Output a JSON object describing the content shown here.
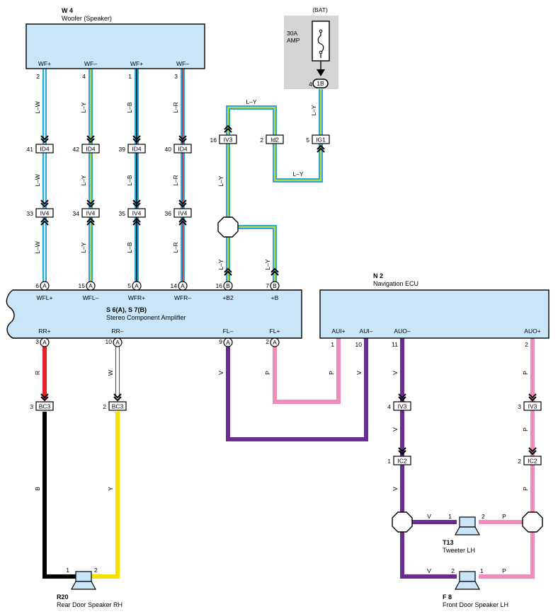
{
  "colors": {
    "box_fill": "#c8e6f8",
    "bat_fill": "#d4d4d4",
    "L": "#29a9e1",
    "Y": "#f5e000",
    "W": "#ffffff",
    "B": "#000000",
    "R": "#e8202a",
    "V": "#6b2c91",
    "P": "#f08cbc"
  },
  "woofer": {
    "code": "W 4",
    "name": "Woofer (Speaker)",
    "pins": [
      {
        "label": "WF+",
        "num": "2",
        "wire": "L–W"
      },
      {
        "label": "WF–",
        "num": "4",
        "wire": "L–Y"
      },
      {
        "label": "WF+",
        "num": "1",
        "wire": "L–B"
      },
      {
        "label": "WF–",
        "num": "3",
        "wire": "L–R"
      }
    ]
  },
  "bat": {
    "label": "(BAT)",
    "fuse": "30A",
    "fuse_name": "AMP",
    "pin": "4",
    "connector": "1B"
  },
  "id4": [
    {
      "pin": "41",
      "conn": "ID4"
    },
    {
      "pin": "42",
      "conn": "ID4"
    },
    {
      "pin": "39",
      "conn": "ID4"
    },
    {
      "pin": "40",
      "conn": "ID4"
    }
  ],
  "iv4": [
    {
      "pin": "33",
      "conn": "IV4"
    },
    {
      "pin": "34",
      "conn": "IV4"
    },
    {
      "pin": "35",
      "conn": "IV4"
    },
    {
      "pin": "36",
      "conn": "IV4"
    }
  ],
  "power_connectors": [
    {
      "pin": "16",
      "conn": "IV3"
    },
    {
      "pin": "2",
      "conn": "Id2"
    },
    {
      "pin": "5",
      "conn": "IG1"
    }
  ],
  "power_wire_labels": [
    "L–Y",
    "L–Y",
    "L–Y",
    "L–Y",
    "L–Y",
    "L–Y"
  ],
  "amp": {
    "code": "S 6(A), S 7(B)",
    "name": "Stereo Component Amplifier",
    "top_pins": [
      {
        "num": "6",
        "mark": "A",
        "label": "WFL+"
      },
      {
        "num": "15",
        "mark": "A",
        "label": "WFL–"
      },
      {
        "num": "5",
        "mark": "A",
        "label": "WFR+"
      },
      {
        "num": "14",
        "mark": "A",
        "label": "WFR–"
      },
      {
        "num": "16",
        "mark": "B",
        "label": "+B2"
      },
      {
        "num": "7",
        "mark": "B",
        "label": "+B"
      }
    ],
    "bottom_pins": [
      {
        "num": "3",
        "mark": "A",
        "label": "RR+",
        "wire": "R"
      },
      {
        "num": "10",
        "mark": "A",
        "label": "RR–",
        "wire": "W"
      },
      {
        "num": "9",
        "mark": "A",
        "label": "FL–",
        "wire": "V"
      },
      {
        "num": "2",
        "mark": "A",
        "label": "FL+",
        "wire": "P"
      }
    ]
  },
  "nav": {
    "code": "N 2",
    "name": "Navigation ECU",
    "pins": [
      {
        "label": "AUI+",
        "num": "1",
        "wire": "P"
      },
      {
        "label": "AUI–",
        "num": "10",
        "wire": "V"
      },
      {
        "label": "AUO–",
        "num": "11",
        "wire": "V"
      },
      {
        "label": "AUO+",
        "num": "2",
        "wire": "P"
      }
    ]
  },
  "bc3": [
    {
      "pin": "3",
      "conn": "BC3",
      "wire": "B"
    },
    {
      "pin": "2",
      "conn": "BC3",
      "wire": "Y"
    }
  ],
  "iv3": [
    {
      "pin": "4",
      "conn": "IV3",
      "wire": "V"
    },
    {
      "pin": "3",
      "conn": "IV3",
      "wire": "P"
    }
  ],
  "ic2": [
    {
      "pin": "1",
      "conn": "IC2",
      "wire": "V"
    },
    {
      "pin": "2",
      "conn": "IC2",
      "wire": "P"
    }
  ],
  "tweeter": {
    "code": "T13",
    "name": "Tweeter LH",
    "pin1": "1",
    "pin2": "2",
    "wire_left": "V",
    "wire_right": "P"
  },
  "front_speaker": {
    "code": "F 8",
    "name": "Front Door Speaker LH",
    "pin1": "2",
    "pin2": "1",
    "wire_left": "V",
    "wire_right": "P"
  },
  "rear_speaker": {
    "code": "R20",
    "name": "Rear Door Speaker RH",
    "pin1": "1",
    "pin2": "2"
  }
}
